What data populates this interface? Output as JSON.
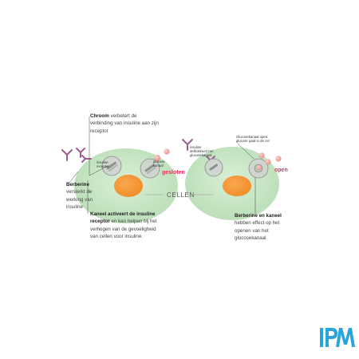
{
  "left": {
    "chroom_bold": "Chroom",
    "chroom_rest_1": " verbetert de",
    "chroom_rest_2": "verbinding van insuline aan zijn",
    "chroom_rest_3": "receptor",
    "berberine_bold": "Berberine",
    "berberine_rest_1": "versterkt de",
    "berberine_rest_2": "werking van",
    "berberine_rest_3": "insuline",
    "kaneel_bold_1": "Kaneel activeert de insuline",
    "kaneel_bold_2": "receptor",
    "kaneel_rest_1": " en kan helpen bij het",
    "kaneel_rest_2": "verhogen van de gevoeligheid",
    "kaneel_rest_3": "van cellen voor insuline.",
    "insulin_receptor_1": "insuline",
    "insulin_receptor_2": "receptor",
    "glucose_channel_1": "glucose",
    "glucose_channel_2": "kanaal",
    "closed_label": "gesloten"
  },
  "center_label": "CELLEN",
  "right": {
    "insulin_blocked_1": "insuline",
    "insulin_blocked_2": "deblokkeert het",
    "insulin_blocked_3": "glucosekanaal",
    "channel_open_1": "Glucosekanaal open:",
    "channel_open_2": "glucose gaat in de cel",
    "open_label": "open",
    "bk_bold_1": "Berberine en kaneel",
    "bk_rest_1": "hebben effect op het",
    "bk_rest_2": "openen van het",
    "bk_rest_3": "glucosekanaal"
  },
  "logo_text": "IPM",
  "colors": {
    "cell": "#c9e6c8",
    "nucleus": "#f5983a",
    "glucose": "#f1a7a0",
    "insulin": "#9b5c93",
    "accent_red": "#e8315c",
    "logo": "#2aa4dc"
  }
}
